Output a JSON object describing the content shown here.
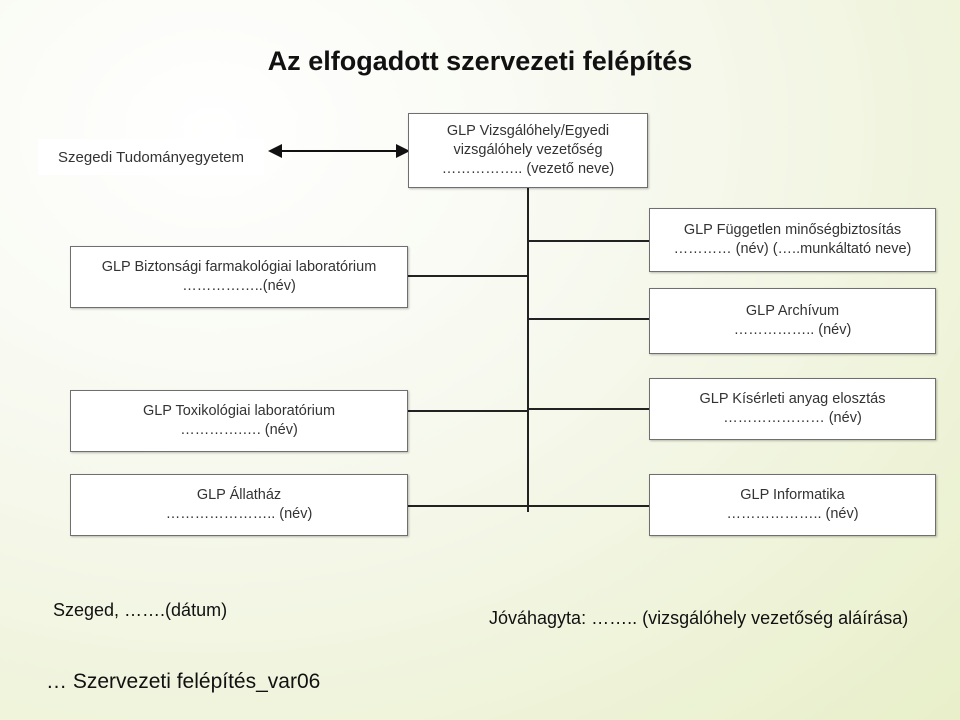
{
  "title": "Az elfogadott szervezeti felépítés",
  "university": "Szegedi Tudományegyetem",
  "head": {
    "line1": "GLP Vizsgálóhely/Egyedi",
    "line2": "vizsgálóhely vezetőség",
    "line3": "…………….. (vezető neve)"
  },
  "left_boxes": [
    {
      "line1": "GLP Biztonsági farmakológiai laboratórium",
      "line2": "……………..(név)"
    },
    {
      "line1": "GLP Toxikológiai laboratórium",
      "line2": "………….…. (név)"
    },
    {
      "line1": "GLP Állatház",
      "line2": "………………….. (név)"
    }
  ],
  "right_boxes": [
    {
      "line1": "GLP Független minőségbiztosítás",
      "line2": "………… (név) (…..munkáltató neve)"
    },
    {
      "line1": "GLP Archívum",
      "line2": "…………….. (név)"
    },
    {
      "line1": "GLP Kísérleti anyag elosztás",
      "line2": "………………… (név)"
    },
    {
      "line1": "GLP Informatika",
      "line2": "……………….. (név)"
    }
  ],
  "footer": {
    "place_date": "Szeged, …….(dátum)",
    "approved": "Jóváhagyta: …….. (vizsgálóhely vezetőség aláírása)",
    "code": "… Szervezeti felépítés_var06"
  }
}
